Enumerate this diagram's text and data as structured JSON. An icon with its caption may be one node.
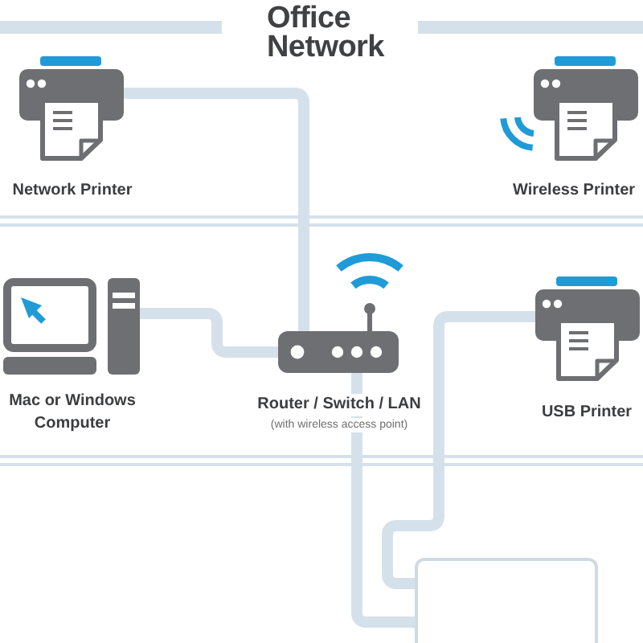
{
  "diagram": {
    "title": "Office Network",
    "nodes": [
      {
        "text": [],
        "shape": "picture",
        "beside": [
          "Network Printer"
        ]
      },
      {
        "text": [],
        "shape": "picture",
        "beside": [
          "Wireless Printer"
        ]
      },
      {
        "text": [],
        "shape": "picture",
        "beside": [
          "Mac or Windows Computer"
        ]
      },
      {
        "text": [],
        "shape": "picture",
        "beside": [
          "Router / Switch / LAN",
          "(with wireless access point)"
        ]
      },
      {
        "text": [],
        "shape": "picture",
        "beside": [
          "USB Printer"
        ]
      },
      {
        "text": [],
        "shape": "box"
      }
    ],
    "edges": [
      {
        "from": 0,
        "to": 3,
        "arrow": "none"
      },
      {
        "from": 2,
        "to": 3,
        "arrow": "none"
      },
      {
        "from": 4,
        "to": 5,
        "arrow": "none"
      },
      {
        "from": 3,
        "to": 5,
        "arrow": "none"
      }
    ]
  }
}
